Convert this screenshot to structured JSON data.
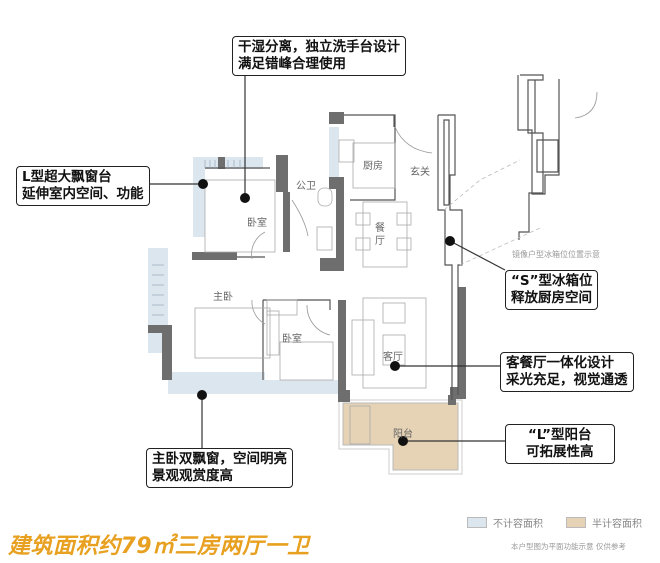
{
  "callouts": {
    "bathroom": {
      "line1": "干湿分离，独立洗手台设计",
      "line2": "满足错峰合理使用"
    },
    "bay_window": {
      "line1": "L型超大飘窗台",
      "line2": "延伸室内空间、功能"
    },
    "fridge": {
      "line1": "“S”型冰箱位",
      "line2": "释放厨房空间"
    },
    "living": {
      "line1": "客餐厅一体化设计",
      "line2": "采光充足，视觉通透"
    },
    "balcony": {
      "line1": "“L”型阳台",
      "line2": "可拓展性高"
    },
    "master_window": {
      "line1": "主卧双飘窗，空间明亮",
      "line2": "景观观赏度高"
    }
  },
  "rooms": {
    "kitchen": "厨房",
    "entrance": "玄关",
    "public_bath": "公卫",
    "bedroom1": "卧室",
    "dining": "餐厅",
    "master": "主卧",
    "bedroom2": "卧室",
    "living": "客厅",
    "balcony": "阳台"
  },
  "mirror_note": "镜像户型冰箱位位置示意",
  "title": "建筑面积约79㎡三房两厅一卫",
  "legend": [
    {
      "label": "不计容面积",
      "color": "#dce6ee"
    },
    {
      "label": "半计容面积",
      "color": "#e6d2b4"
    }
  ],
  "disclaimer": "本户型图为平面功能示意 仅供参考",
  "colors": {
    "wall": "#6e6e6e",
    "non_counted": "#dce6ee",
    "half_counted": "#e6d2b4",
    "title": "#e8a020"
  }
}
